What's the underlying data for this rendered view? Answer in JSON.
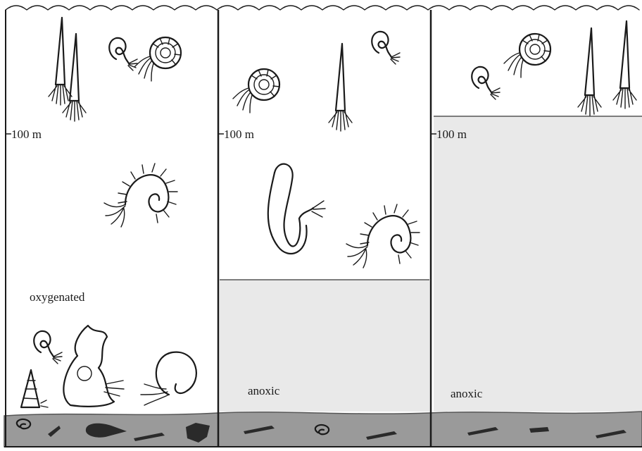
{
  "panels": [
    {
      "id": "panel-1",
      "depth_label": "100 m",
      "zone_label": "oxygenated",
      "anoxic_fraction": 0
    },
    {
      "id": "panel-2",
      "depth_label": "100 m",
      "zone_label": "anoxic",
      "anoxic_fraction": 0.34
    },
    {
      "id": "panel-3",
      "depth_label": "100 m",
      "zone_label": "anoxic",
      "anoxic_fraction": 0.73
    }
  ],
  "colors": {
    "anoxic_fill": "#e9e9e9",
    "sediment": "#9a9a9a",
    "ink": "#1a1a1a"
  },
  "icons": [
    "squid-icon",
    "ammonite-icon",
    "hooked-ammonite-icon",
    "spiny-ammonite-icon",
    "gastropod-icon",
    "nautilus-icon",
    "fossil-fragment-icon"
  ]
}
